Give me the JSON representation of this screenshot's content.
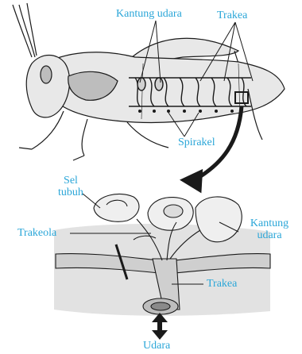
{
  "colors": {
    "label": "#2aa6d8",
    "line": "#1a1a1a",
    "body_fill": "#e8e8e8",
    "body_shade": "#bdbdbd",
    "tube_fill": "#d0d0d0"
  },
  "labels": {
    "kantung_udara_top": "Kantung udara",
    "trakea_top": "Trakea",
    "spirakel": "Spirakel",
    "sel_tubuh_line1": "Sel",
    "sel_tubuh_line2": "tubuh",
    "trakeola": "Trakeola",
    "kantung_udara_right_line1": "Kantung",
    "kantung_udara_right_line2": "udara",
    "trakea_bottom": "Trakea",
    "udara": "Udara"
  },
  "icons": {
    "zoom_arrow": "curved-arrow-icon",
    "airflow": "double-arrow-icon"
  }
}
